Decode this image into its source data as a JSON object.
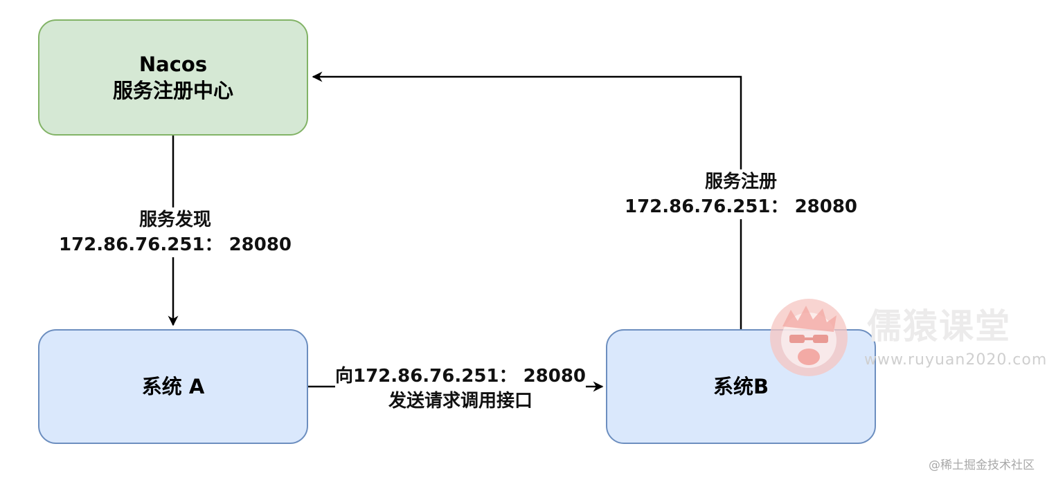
{
  "nodes": {
    "registry": "Nacos\n服务注册中心",
    "system_a": "系统 A",
    "system_b": "系统B"
  },
  "edges": {
    "discovery": {
      "line1": "服务发现",
      "line2": "172.86.76.251： 28080"
    },
    "register": {
      "line1": "服务注册",
      "line2": "172.86.76.251： 28080"
    },
    "call": {
      "line1": "向172.86.76.251： 28080",
      "line2": "发送请求调用接口"
    }
  },
  "watermark": {
    "title": "儒猿课堂",
    "url": "www.ruyuan2020.com"
  },
  "credit": "@稀土掘金技术社区",
  "colors": {
    "registry_fill": "#d5e8d4",
    "registry_stroke": "#82b366",
    "system_fill": "#dae8fc",
    "system_stroke": "#6c8ebf",
    "watermark_logo": "#f6c5c2"
  }
}
